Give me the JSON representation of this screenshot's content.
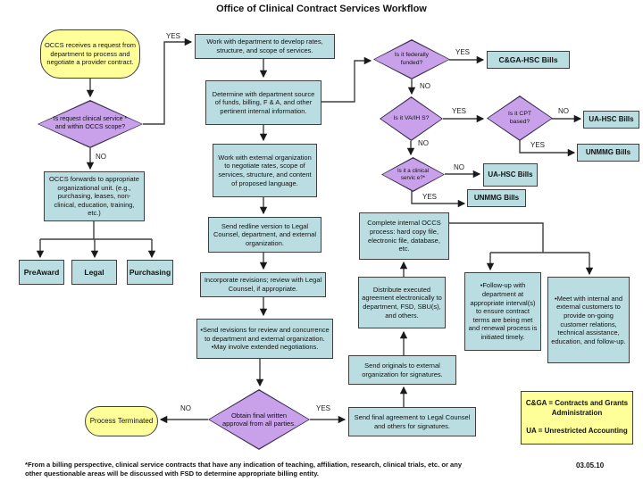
{
  "title": "Office of Clinical Contract Services Workflow",
  "nodes": {
    "receive": "OCCS receives a request from department  to process and negotiate a provider contract.",
    "scope": "Is request clinical service * and within OCCS scope?",
    "forwards": "OCCS forwards to appropriate organizational unit. (e.g., purchasing, leases, non-clinical, education, training, etc.)",
    "preaward": "PreAward",
    "legal": "Legal",
    "purchasing": "Purchasing",
    "work_dept": "Work with department to develop rates, structure, and scope of services.",
    "determine": "Determine with department source of funds, billing, F & A, and other pertinent internal information.",
    "work_external": "Work with external organization to negotiate rates, scope of services, structure, and content of proposed language.",
    "send_redline": "Send redline version to Legal Counsel, department, and external organization.",
    "incorporate": "Incorporate revisions; review with Legal Counsel, if appropriate.",
    "send_revisions": "•Send revisions for review and concurrence to department and external organization.\n•May involve extended negotiations.",
    "approval": "Obtain final written approval from all parties.",
    "terminated": "Process Terminated",
    "federal": "Is it federally funded?",
    "cga_hsc_bills": "C&GA-HSC Bills",
    "va": "Is it VA/IH S?",
    "cpt": "Is it CPT based?",
    "ua_hsc_bills_right": "UA-HSC Bills",
    "unmmg_bills_right": "UNMMG Bills",
    "clinical": "Is it a clinical servic e?*",
    "ua_hsc_bills_mid": "UA-HSC Bills",
    "unmmg_bills_mid": "UNMMG Bills",
    "complete": "Complete internal OCCS process: hard copy file, electronic file, database, etc.",
    "distribute": "Distribute executed agreement electronically to department, FSD, SBU(s), and others.",
    "send_originals": "Send originals to external organization for signatures.",
    "send_final": "Send  final agreement to Legal Counsel and others for signatures.",
    "followup": "•Follow-up with department at appropriate interval(s)  to ensure contract terms are being met and renewal process is initiated timely.",
    "meet": "•Meet with internal and external customers to provide on-going customer relations, technical assistance, education, and follow-up."
  },
  "labels": {
    "scope_yes": "YES",
    "scope_no": "NO",
    "federal_yes": "YES",
    "federal_no": "NO",
    "va_yes": "YES",
    "va_no": "NO",
    "cpt_yes": "YES",
    "cpt_no": "NO",
    "clinical_yes": "YES",
    "clinical_no": "NO",
    "approval_yes": "YES",
    "approval_no": "NO"
  },
  "legend": "C&GA = Contracts and Grants Administration\n\nUA = Unrestricted Accounting",
  "date": "03.05.10",
  "footnote": "*From a billing perspective, clinical service contracts that have any indication of teaching, affiliation, research, clinical trials, etc. or any other questionable areas will be discussed with FSD to determine appropriate billing entity.",
  "colors": {
    "process": "#badde1",
    "decision": "#c9a0ea",
    "terminal": "#ffff99",
    "border": "#3f3f3f"
  }
}
